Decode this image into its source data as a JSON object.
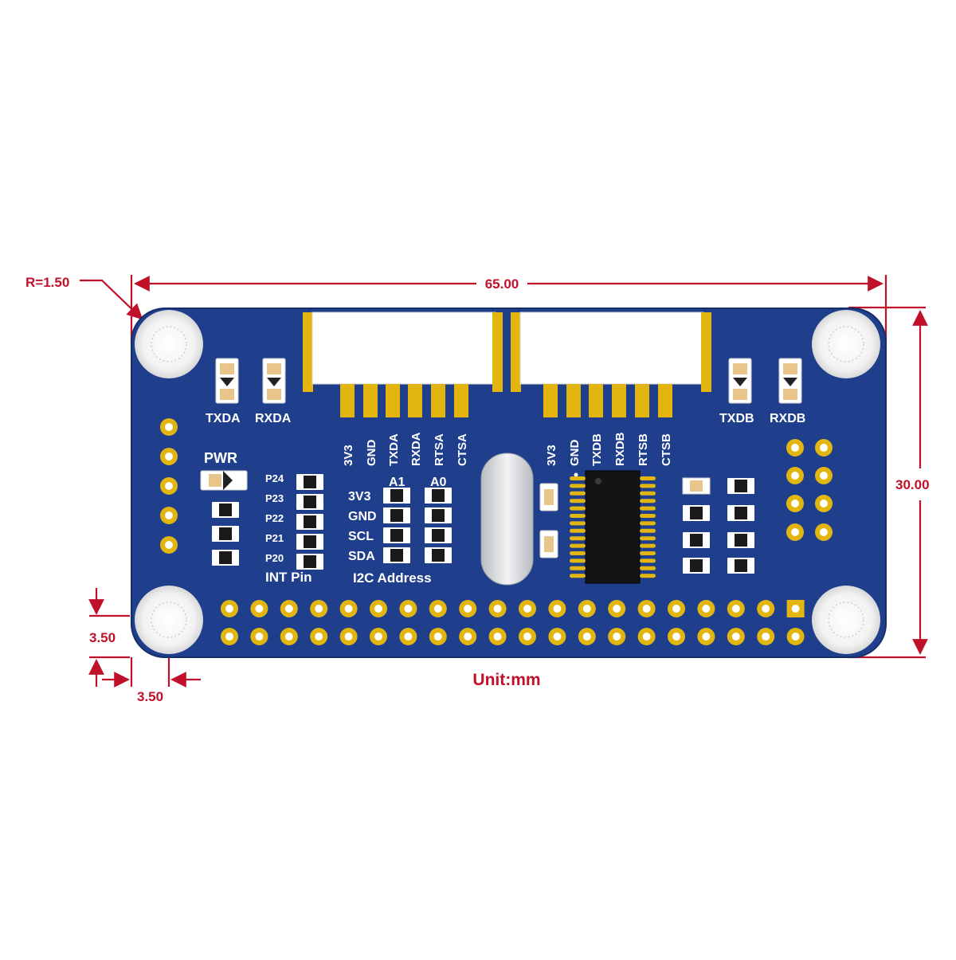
{
  "dimensions": {
    "radius": "R=1.50",
    "width": "65.00",
    "height": "30.00",
    "hole_offset_y": "3.50",
    "hole_offset_x": "3.50",
    "unit": "Unit:mm"
  },
  "board": {
    "led_labels": [
      "TXDA",
      "RXDA",
      "TXDB",
      "RXDB"
    ],
    "pwr_label": "PWR",
    "connector_a_pins": [
      "3V3",
      "GND",
      "TXDA",
      "RXDA",
      "RTSA",
      "CTSA"
    ],
    "connector_b_pins": [
      "3V3",
      "GND",
      "TXDB",
      "RXDB",
      "RTSB",
      "CTSB"
    ],
    "int_pins": [
      "P24",
      "P23",
      "P22",
      "P21",
      "P20"
    ],
    "int_label": "INT Pin",
    "i2c_columns": [
      "A1",
      "A0"
    ],
    "i2c_rows": [
      "3V3",
      "GND",
      "SCL",
      "SDA"
    ],
    "i2c_label": "I2C Address",
    "gpio_columns": 20
  },
  "colors": {
    "board": "#1f3f8c",
    "dimension": "#c0102a",
    "gold": "#e2b60f",
    "silkscreen": "#ffffff"
  }
}
